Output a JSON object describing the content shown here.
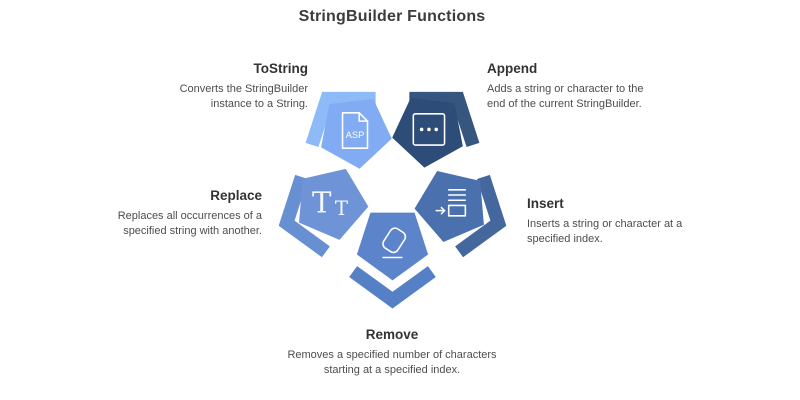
{
  "title": "StringBuilder Functions",
  "functions": [
    {
      "name": "ToString",
      "description": "Converts the StringBuilder instance to a String.",
      "tile_color": "#81abf3",
      "band_color": "#8fbaf8",
      "icon": "asp-file-icon",
      "icon_text": "ASP"
    },
    {
      "name": "Append",
      "description": "Adds a string or character to the end of the current StringBuilder.",
      "tile_color": "#2e4c78",
      "band_color": "#36567f",
      "icon": "dots-box-icon"
    },
    {
      "name": "Replace",
      "description": "Replaces all occurrences of a specified string with another.",
      "tile_color": "#6e94d7",
      "band_color": "#6790d2",
      "icon": "text-format-icon",
      "icon_text_large": "T",
      "icon_text_small": "T"
    },
    {
      "name": "Insert",
      "description": "Inserts a string or character at a specified index.",
      "tile_color": "#4a71ad",
      "band_color": "#44689d",
      "icon": "insert-icon"
    },
    {
      "name": "Remove",
      "description": "Removes a specified number of characters starting at a specified index.",
      "tile_color": "#5b84ca",
      "band_color": "#5680c6",
      "icon": "eraser-icon"
    }
  ]
}
